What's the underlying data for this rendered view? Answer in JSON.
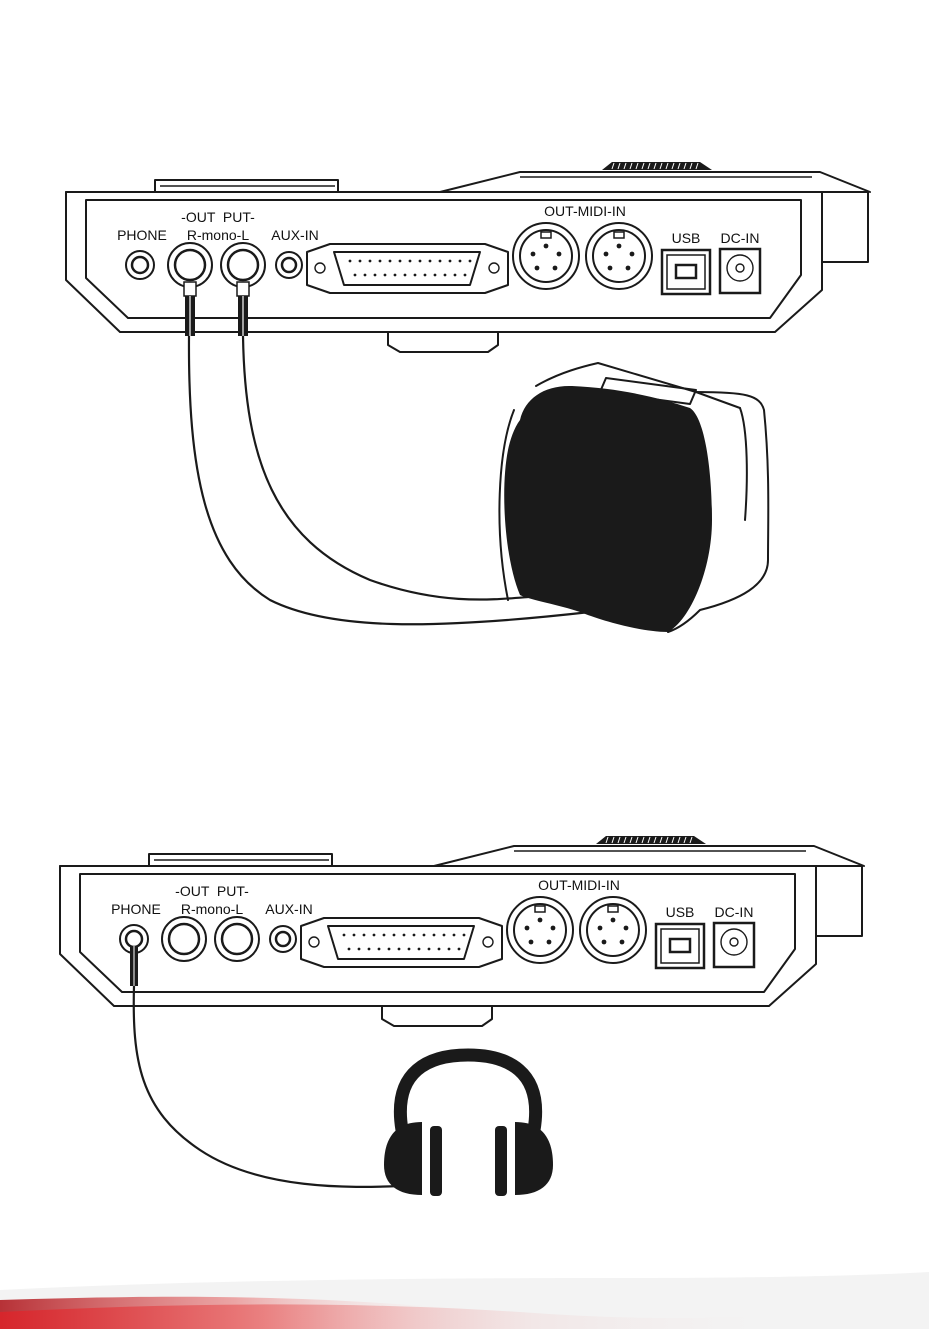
{
  "panels": [
    {
      "labels": {
        "phone": "PHONE",
        "output_top": "-OUT  PUT-",
        "output_bottom": "R-mono-L",
        "aux_in": "AUX-IN",
        "midi": "OUT-MIDI-IN",
        "usb": "USB",
        "dc_in": "DC-IN"
      },
      "device": "amplifier-speaker"
    },
    {
      "labels": {
        "phone": "PHONE",
        "output_top": "-OUT  PUT-",
        "output_bottom": "R-mono-L",
        "aux_in": "AUX-IN",
        "midi": "OUT-MIDI-IN",
        "usb": "USB",
        "dc_in": "DC-IN"
      },
      "device": "headphones"
    }
  ],
  "icons": [
    "phone-jack-icon",
    "output-jack-icon",
    "aux-in-jack-icon",
    "db25-connector-icon",
    "midi-port-icon",
    "usb-port-icon",
    "dc-in-jack-icon",
    "speaker-icon",
    "headphones-icon",
    "cable-plug-icon"
  ],
  "colors": {
    "line": "#1a1a1a",
    "background": "#ffffff",
    "accent": "#d8252b"
  }
}
